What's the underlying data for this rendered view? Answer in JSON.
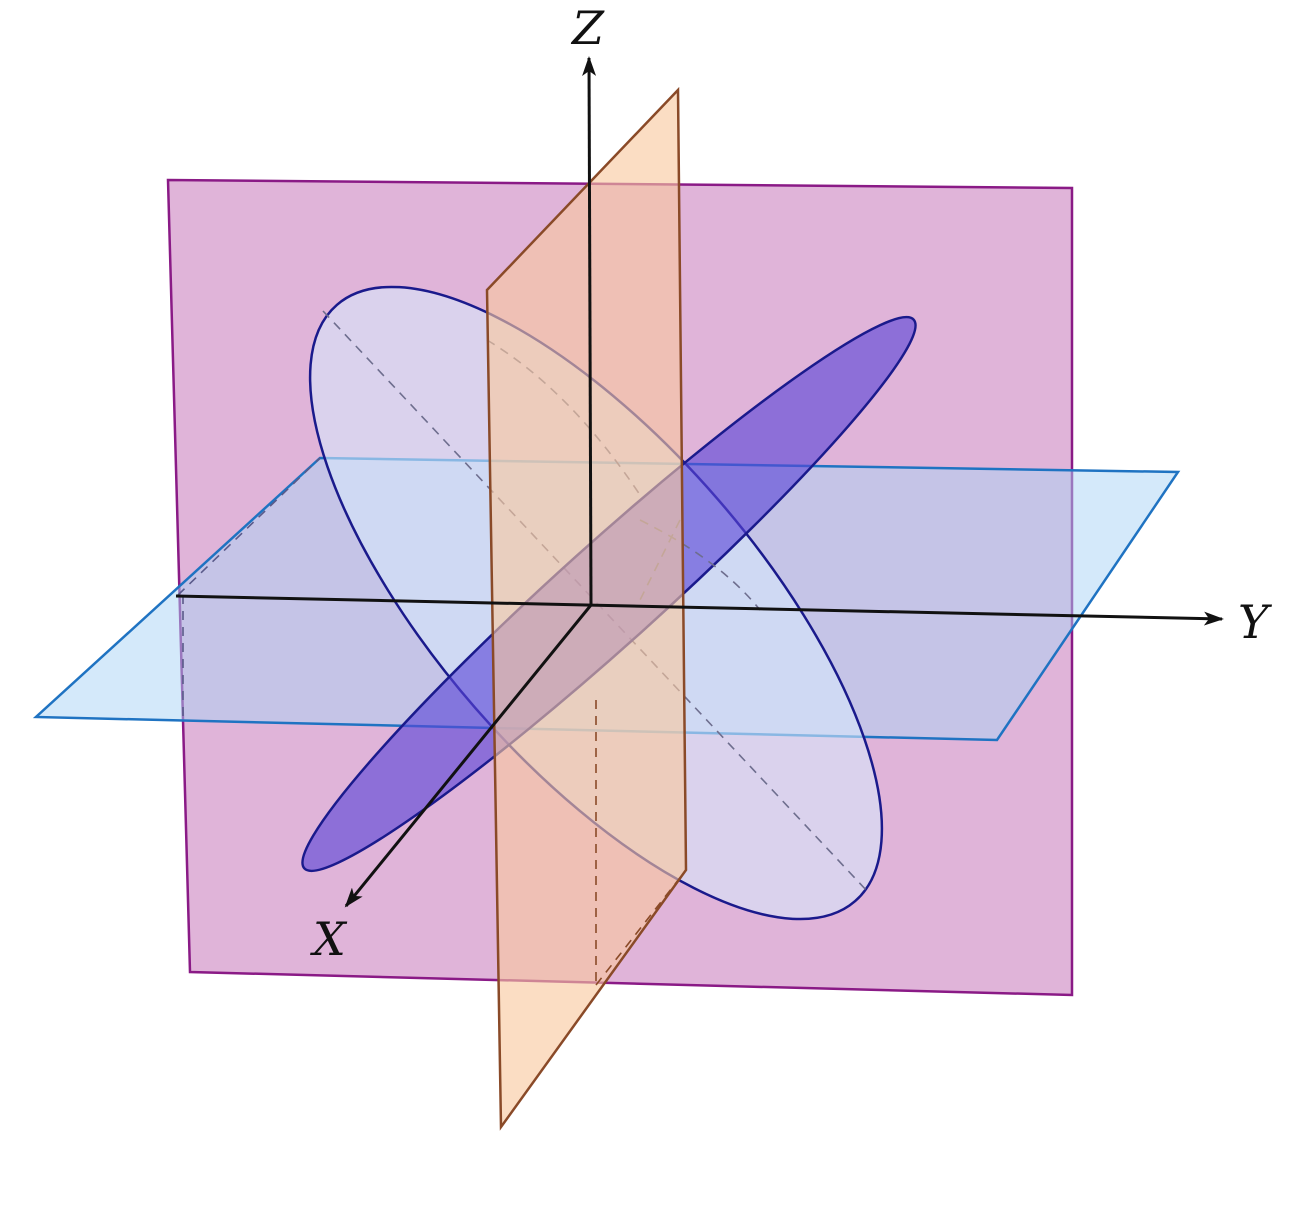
{
  "diagram": {
    "axes": {
      "x_label": "X",
      "y_label": "Y",
      "z_label": "Z"
    },
    "colors": {
      "xz_plane_fill": "#e0b4d9",
      "xz_plane_stroke": "#8a1a86",
      "xy_plane_fill": "#aad4f5",
      "xy_plane_stroke": "#1f73c2",
      "yz_plane_fill": "#f8c89e",
      "yz_plane_stroke": "#8a4a28",
      "light_ellipse_fill": "#d6e9fb",
      "dark_ellipse_fill": "#5b45d6",
      "ellipse_stroke": "#1a1a8c",
      "axis_color": "#111111"
    }
  }
}
